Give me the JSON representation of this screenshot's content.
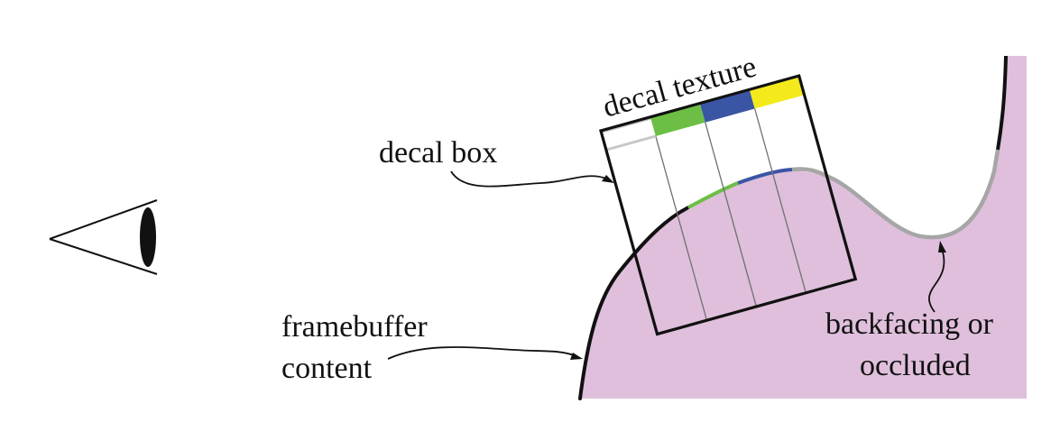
{
  "labels": {
    "decal_texture": "decal texture",
    "decal_box": "decal box",
    "framebuffer_line1": "framebuffer",
    "framebuffer_line2": "content",
    "backfacing_line1": "backfacing or",
    "backfacing_line2": "occluded"
  },
  "icons": {
    "viewer": "eye-icon"
  },
  "colors": {
    "surface_fill": "#dfbfdc",
    "decal_green": "#6cbf44",
    "decal_blue": "#3a55a4",
    "decal_yellow": "#f4ea1b",
    "decal_gray": "#c8c8c8",
    "occluded_gray": "#a6a6a6",
    "outline": "#111111"
  }
}
